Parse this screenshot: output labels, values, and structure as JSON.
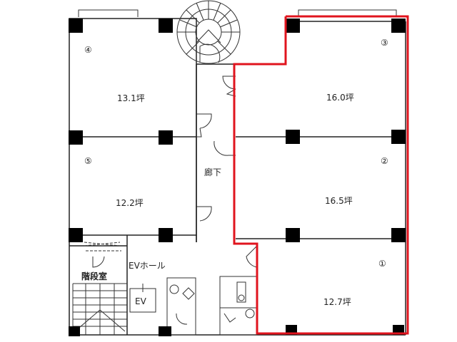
{
  "units": [
    {
      "number": "④",
      "area": "13.1坪"
    },
    {
      "number": "⑤",
      "area": "12.2坪"
    },
    {
      "number": "③",
      "area": "16.0坪"
    },
    {
      "number": "②",
      "area": "16.5坪"
    },
    {
      "number": "①",
      "area": "12.7坪"
    }
  ],
  "labels": {
    "corridor": "廊下",
    "ev_hall": "EVホール",
    "stairwell": "階段室",
    "elevator": "EV"
  },
  "colors": {
    "highlight": "#e0141e",
    "wall": "#222222"
  }
}
